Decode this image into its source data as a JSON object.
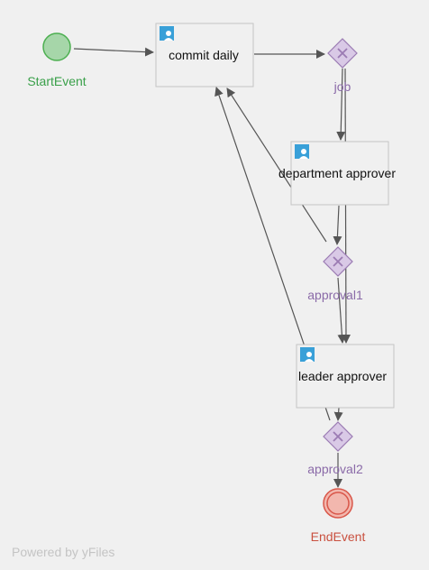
{
  "diagram": {
    "start_event": {
      "label": "StartEvent"
    },
    "end_event": {
      "label": "EndEvent"
    },
    "tasks": [
      {
        "id": "commit",
        "label": "commit daily"
      },
      {
        "id": "dept",
        "label": "department approver"
      },
      {
        "id": "leader",
        "label": "leader approver"
      }
    ],
    "gateways": [
      {
        "id": "job",
        "label": "job"
      },
      {
        "id": "approval1",
        "label": "approval1"
      },
      {
        "id": "approval2",
        "label": "approval2"
      }
    ]
  },
  "colors": {
    "background": "#f0f0f0",
    "start_fill": "#a6d6a9",
    "start_stroke": "#4caf50",
    "start_label": "#3aa04a",
    "end_fill": "#f2b7ae",
    "end_stroke": "#d9574a",
    "end_label": "#c9503f",
    "gateway_fill": "#d9c9e6",
    "gateway_stroke": "#9b7bb3",
    "gateway_label": "#8a6aa8",
    "task_stroke": "#c4c4c4",
    "task_fill": "#f0f0f0",
    "edge": "#555555",
    "user_icon": "#39a0d8"
  },
  "watermark": "Powered by yFiles"
}
